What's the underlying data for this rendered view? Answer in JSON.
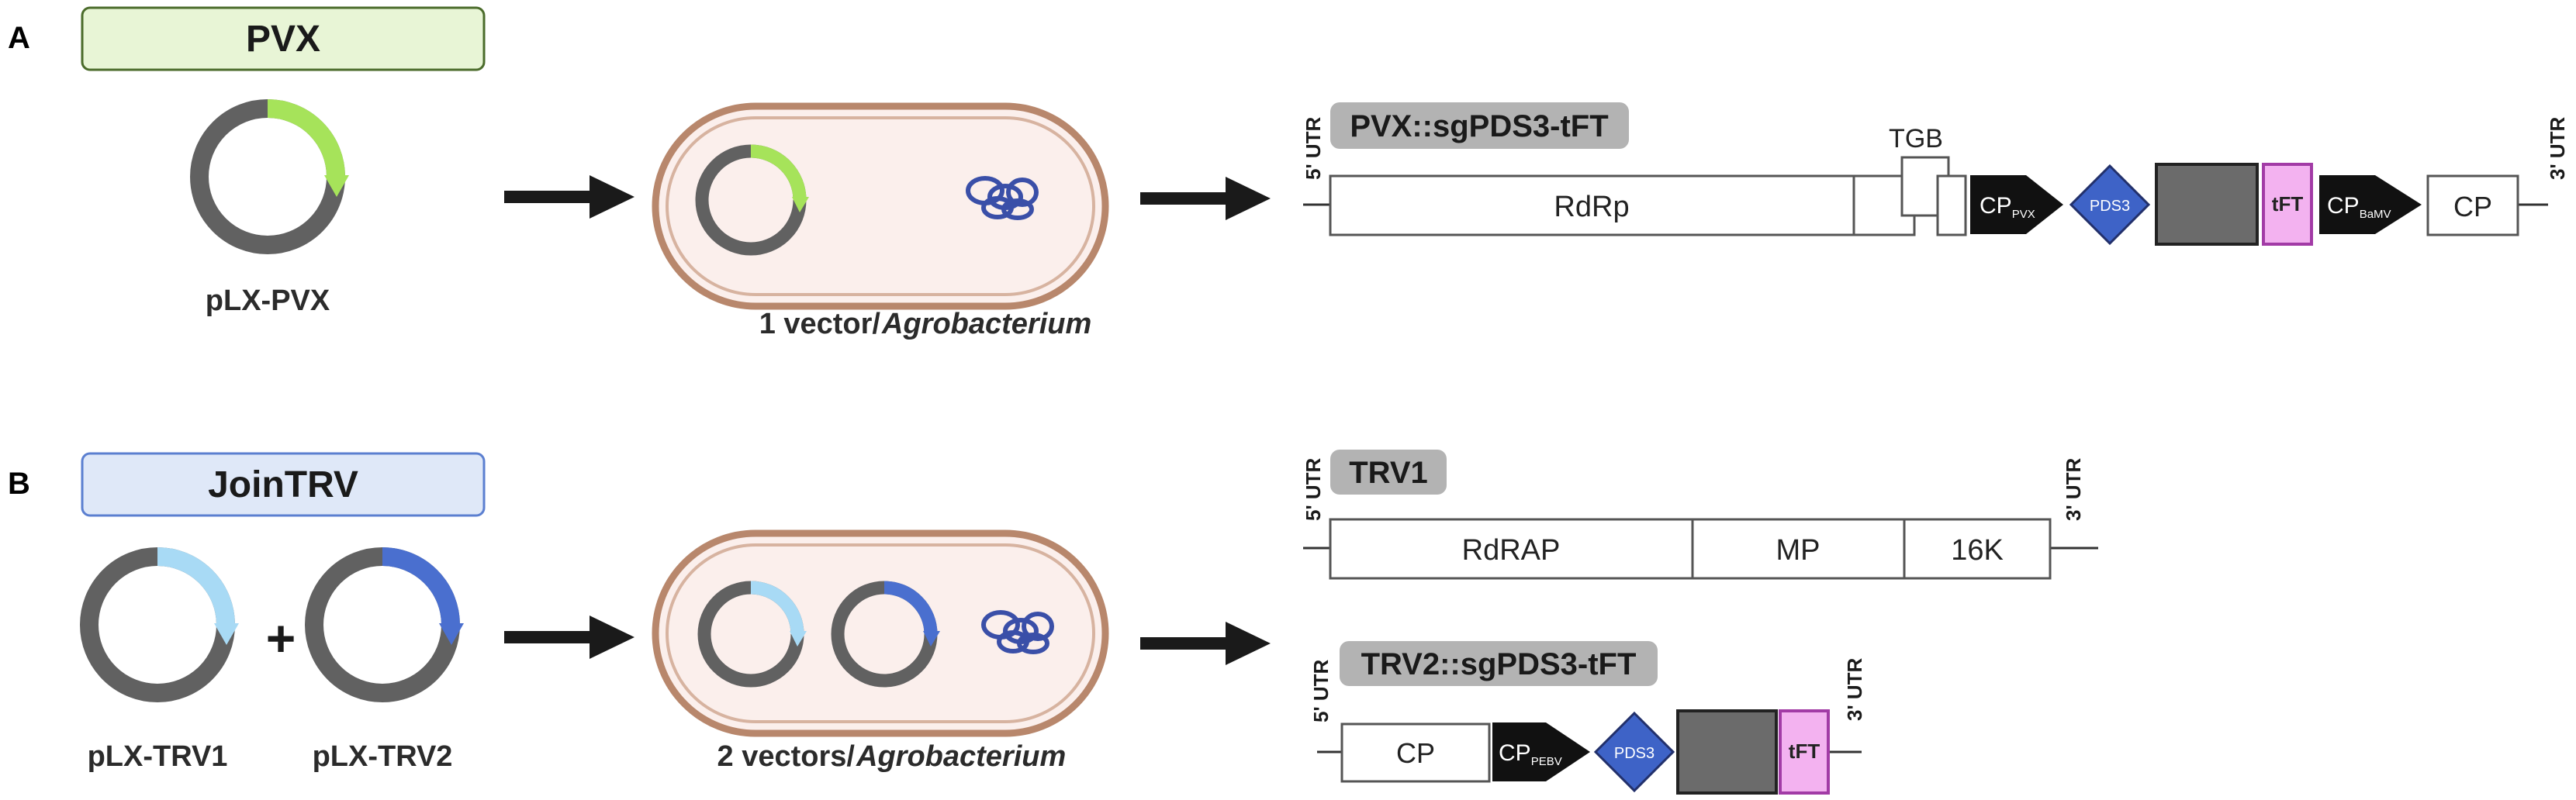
{
  "panel_a": {
    "letter": "A",
    "title": "PVX",
    "plasmid_label": "pLX-PVX",
    "bacterium_caption_prefix": "1 vector/",
    "bacterium_caption_italic": "Agrobacterium",
    "construct": {
      "name": "PVX::sgPDS3-tFT",
      "utr5": "5' UTR",
      "utr3": "3' UTR",
      "rdrp": "RdRp",
      "tgb": "TGB",
      "cp_pvx_main": "CP",
      "cp_pvx_sub": "PVX",
      "pds3": "PDS3",
      "tft": "tFT",
      "cp_bamv_main": "CP",
      "cp_bamv_sub": "BaMV",
      "cp_end": "CP"
    }
  },
  "panel_b": {
    "letter": "B",
    "title": "JoinTRV",
    "plus": "+",
    "plasmid1_label": "pLX-TRV1",
    "plasmid2_label": "pLX-TRV2",
    "bacterium_caption_prefix": "2 vectors/",
    "bacterium_caption_italic": "Agrobacterium",
    "trv1": {
      "name": "TRV1",
      "utr5": "5' UTR",
      "utr3": "3' UTR",
      "rdrap": "RdRAP",
      "mp": "MP",
      "k16": "16K"
    },
    "trv2": {
      "name": "TRV2::sgPDS3-tFT",
      "utr5": "5' UTR",
      "utr3": "3' UTR",
      "cp": "CP",
      "cp_pebv_main": "CP",
      "cp_pebv_sub": "PEBV",
      "pds3": "PDS3",
      "tft": "tFT"
    }
  },
  "colors": {
    "pvx_box_fill": "#e8f5d6",
    "pvx_box_stroke": "#4a6b2a",
    "jointrv_box_fill": "#dfe8f8",
    "jointrv_box_stroke": "#5b7fd0",
    "plasmid_gray": "#616161",
    "pvx_green": "#a6e35a",
    "trv1_lightblue": "#a8daf5",
    "trv2_blue": "#4a6fcf",
    "pds3_blue": "#3e63c7",
    "tft_pink": "#f3b2f0",
    "tft_stroke": "#a23ba6",
    "label_gray": "#b3b3b3",
    "bacterium_fill": "#fbefec",
    "bacterium_stroke": "#b8876c",
    "dna_blue": "#3a4fa8"
  }
}
